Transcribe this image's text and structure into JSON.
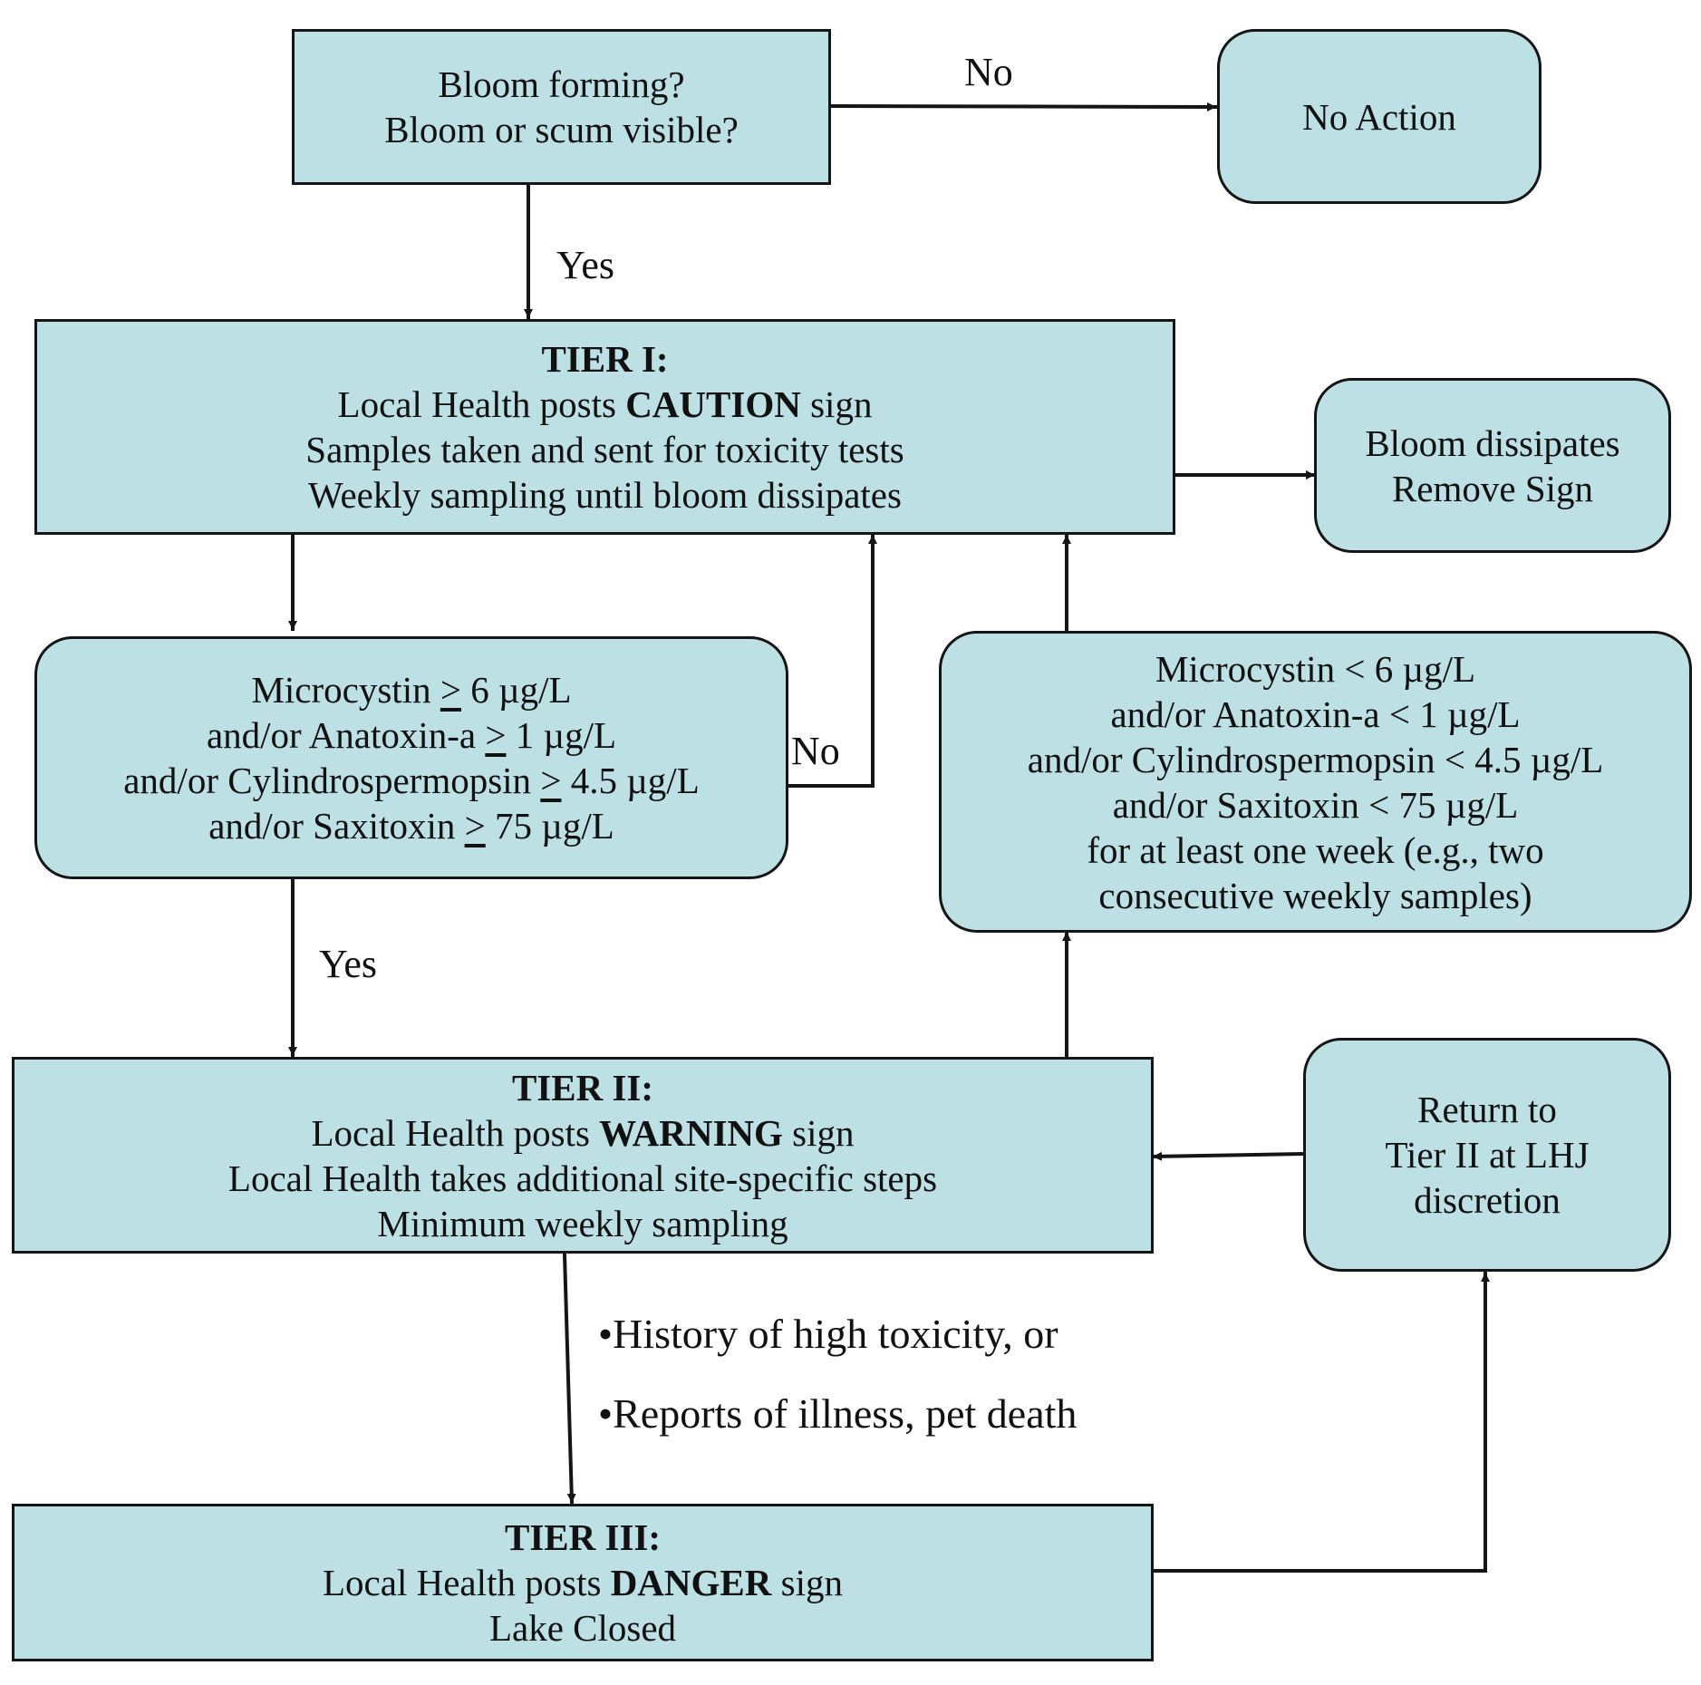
{
  "start": {
    "line1": "Bloom forming?",
    "line2": "Bloom or scum visible?"
  },
  "no_action": {
    "label": "No Action"
  },
  "tier1": {
    "title": "TIER I:",
    "line1_pre": "Local Health posts ",
    "line1_bold": "CAUTION",
    "line1_post": " sign",
    "line2": "Samples taken and sent for toxicity tests",
    "line3": "Weekly sampling until bloom dissipates"
  },
  "dissipates": {
    "line1": "Bloom dissipates",
    "line2": "Remove Sign"
  },
  "high_tox": {
    "l1_a": "Microcystin ",
    "l1_ge": ">",
    "l1_b": " 6 µg/L",
    "l2_a": "and/or Anatoxin-a ",
    "l2_ge": ">",
    "l2_b": " 1 µg/L",
    "l3_a": "and/or Cylindrospermopsin ",
    "l3_ge": ">",
    "l3_b": " 4.5 µg/L",
    "l4_a": "and/or Saxitoxin ",
    "l4_ge": ">",
    "l4_b": " 75 µg/L"
  },
  "low_tox": {
    "line1": "Microcystin < 6 µg/L",
    "line2": "and/or Anatoxin-a < 1 µg/L",
    "line3": "and/or Cylindrospermopsin < 4.5 µg/L",
    "line4": "and/or Saxitoxin < 75 µg/L",
    "line5": "for at least one week (e.g., two",
    "line6": "consecutive weekly samples)"
  },
  "tier2": {
    "title": "TIER II:",
    "line1_pre": "Local Health posts ",
    "line1_bold": "WARNING",
    "line1_post": " sign",
    "line2": "Local Health takes additional site-specific steps",
    "line3": "Minimum weekly sampling"
  },
  "return_tier2": {
    "line1": "Return to",
    "line2": "Tier II at LHJ",
    "line3": "discretion"
  },
  "tier3": {
    "title": "TIER III:",
    "line1_pre": "Local Health posts ",
    "line1_bold": "DANGER",
    "line1_post": " sign",
    "line2": "Lake Closed"
  },
  "conditions": {
    "item1": "•History of high toxicity, or",
    "item2": "•Reports of illness, pet death"
  },
  "edge_labels": {
    "start_no": "No",
    "start_yes": "Yes",
    "high_no": "No",
    "high_yes": "Yes"
  },
  "colors": {
    "box_fill": "#bce0e4",
    "stroke": "#151515"
  }
}
